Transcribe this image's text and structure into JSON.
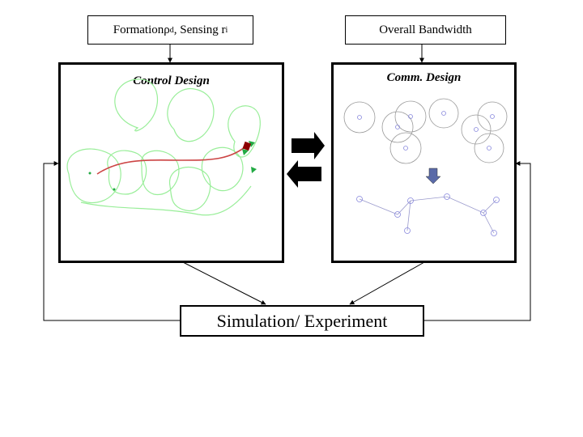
{
  "input_formation": {
    "formation_label": "Formation ",
    "rho_symbol": "ρ",
    "rho_subscript": "d",
    "sensing_label": " , Sensing r",
    "r_subscript": "i"
  },
  "input_bandwidth": {
    "label": "Overall Bandwidth"
  },
  "control_panel": {
    "title": "Control Design"
  },
  "comm_panel": {
    "title": "Comm. Design"
  },
  "simulation": {
    "label": "Simulation/ Experiment"
  },
  "colors": {
    "trajectory_circles": "#99ee99",
    "trajectory_path": "#cc4444",
    "comm_nodes": "#8888dd",
    "comm_circles": "#999999",
    "exchange_arrows": "#000000",
    "down_arrow": "#5a6aa8"
  }
}
